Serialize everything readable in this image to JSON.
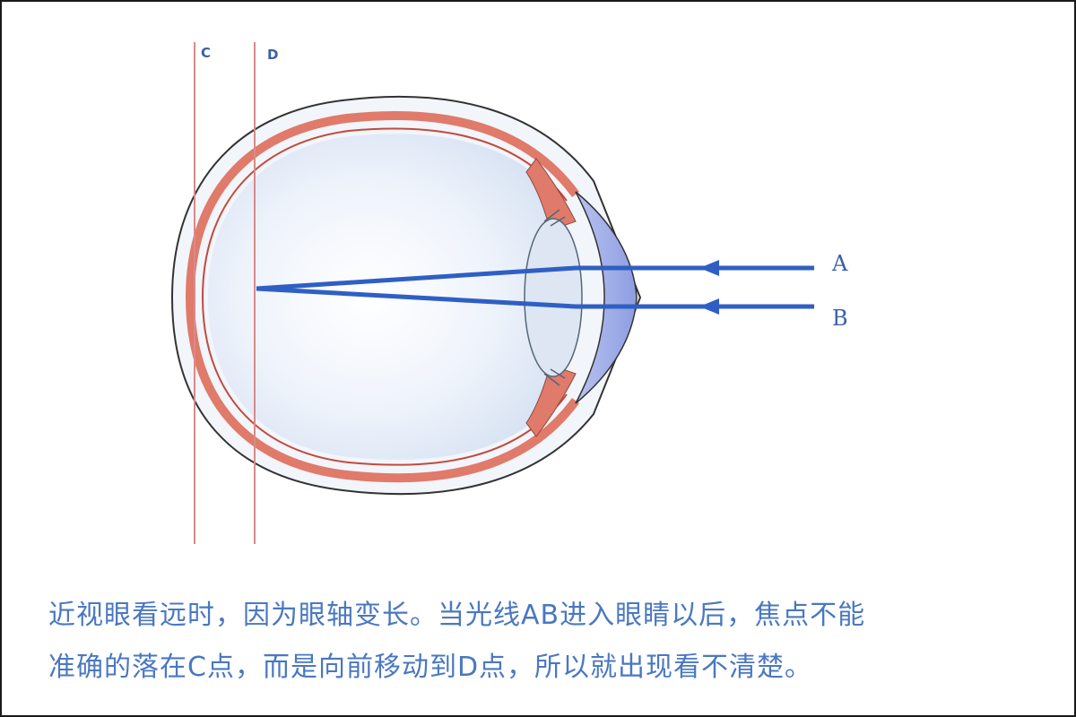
{
  "diagram": {
    "plane_labels": {
      "c": "C",
      "d": "D"
    },
    "ray_labels": {
      "a": "A",
      "b": "B"
    },
    "colors": {
      "ray": "#2f5fc4",
      "focal_plane_line": "#d98a8a",
      "sclera_outline": "#333333",
      "choroid_red": "#e07a6a",
      "vitreous": "#e4ecf8",
      "cornea_blue": "#9aa9e8",
      "lens": "#dde6f2"
    }
  },
  "caption": {
    "line1": "近视眼看远时，因为眼轴变长。当光线AB进入眼睛以后，焦点不能",
    "line2": "准确的落在C点，而是向前移动到D点，所以就出现看不清楚。"
  }
}
